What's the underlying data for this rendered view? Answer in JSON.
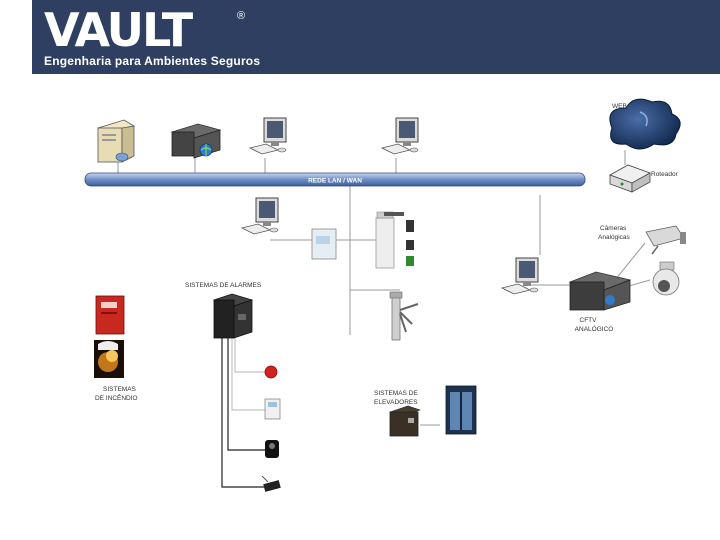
{
  "header": {
    "brand": "VAULT",
    "registered": "®",
    "tagline": "Engenharia para Ambientes Seguros",
    "bg_color": "#2e3f61"
  },
  "diagram": {
    "bus_label": "REDE LAN / WAN",
    "web_label": "WEB",
    "router_label": "Roteador",
    "cameras_label_1": "Câmeras",
    "cameras_label_2": "Analógicas",
    "cftv_label_1": "CFTV",
    "cftv_label_2": "ANALÓGICO",
    "alarms_label": "SISTEMAS DE ALARMES",
    "fire_label_1": "SISTEMAS",
    "fire_label_2": "DE INCÊNDIO",
    "elevators_label_1": "SISTEMAS DE",
    "elevators_label_2": "ELEVADORES"
  }
}
